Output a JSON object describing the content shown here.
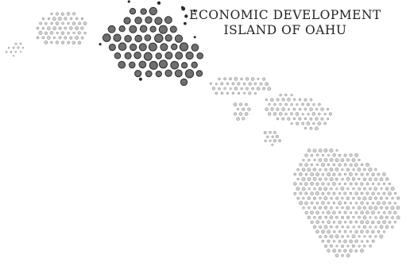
{
  "title": {
    "line1": "ECONOMIC DEVELOPMENT",
    "line2": "ISLAND OF OAHU"
  },
  "colors": {
    "highlight_dot": "#6f6f6f",
    "highlight_stroke": "#2c2c2c",
    "muted_dot": "#cfcfcf",
    "muted_stroke": "#8a8a8a",
    "background": "#ffffff"
  },
  "islands": [
    {
      "name": "Kauai",
      "highlighted": false
    },
    {
      "name": "Niihau",
      "highlighted": false
    },
    {
      "name": "Oahu",
      "highlighted": true
    },
    {
      "name": "Molokai",
      "highlighted": false
    },
    {
      "name": "Lanai",
      "highlighted": false
    },
    {
      "name": "Maui",
      "highlighted": false
    },
    {
      "name": "Kahoolawe",
      "highlighted": false
    },
    {
      "name": "Hawaii",
      "highlighted": false
    }
  ]
}
